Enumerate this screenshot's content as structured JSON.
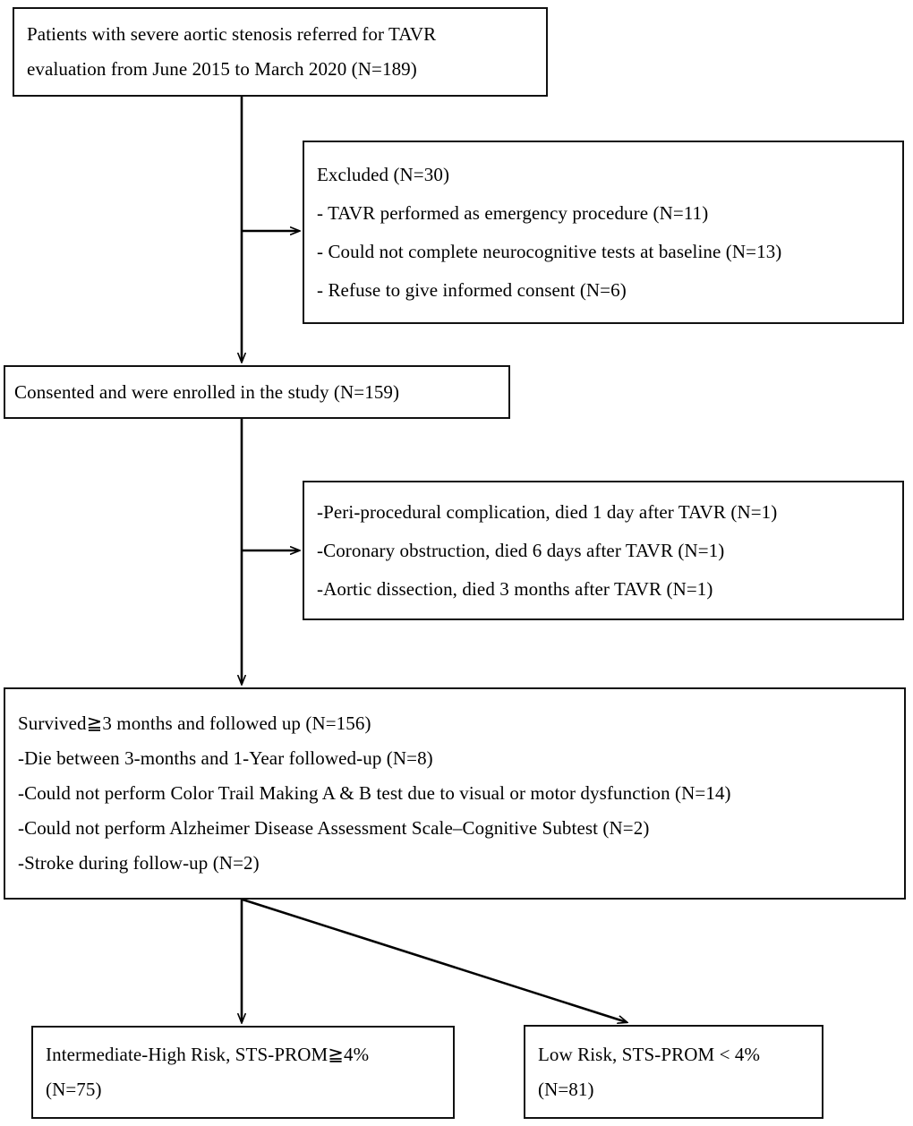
{
  "diagram": {
    "title": "TAVR neurocognitive study participant flow diagram",
    "type": "flowchart",
    "line_color": "#000000",
    "box_border_color": "#111111",
    "background": "#ffffff"
  },
  "nodes": {
    "referred": {
      "name": "referred-patients-box",
      "lines": [
        "Patients with severe aortic stenosis referred for TAVR",
        "evaluation from June 2015 to March 2020 (N=189)"
      ],
      "count": 189
    },
    "excluded": {
      "name": "excluded-box",
      "lines": [
        "Excluded (N=30)",
        "- TAVR  performed as emergency  procedure (N=11)",
        "- Could not complete neurocognitive  tests at baseline (N=13)",
        "- Refuse to give informed  consent (N=6)"
      ],
      "count": 30,
      "reasons": [
        {
          "label": "TAVR performed as emergency procedure",
          "n": 11
        },
        {
          "label": "Could not complete neurocognitive tests at baseline",
          "n": 13
        },
        {
          "label": "Refuse to give informed consent",
          "n": 6
        }
      ]
    },
    "consented": {
      "name": "consented-enrolled-box",
      "lines": [
        "Consented  and were enrolled in the study  (N=159)"
      ],
      "count": 159
    },
    "complications": {
      "name": "early-deaths-box",
      "lines": [
        "-Peri-procedural complication, died 1 day after TAVR  (N=1)",
        "-Coronary obstruction, died 6 days after TAVR  (N=1)",
        "-Aortic dissection, died 3 months  after TAVR  (N=1)"
      ],
      "reasons": [
        {
          "label": "Peri-procedural complication, died 1 day after TAVR",
          "n": 1
        },
        {
          "label": "Coronary obstruction, died 6 days after TAVR",
          "n": 1
        },
        {
          "label": "Aortic dissection, died 3 months after TAVR",
          "n": 1
        }
      ]
    },
    "survived": {
      "name": "survived-followed-up-box",
      "lines": [
        "Survived≧3 months  and followed up (N=156)",
        "-Die between 3-months  and 1-Year followed-up (N=8)",
        "-Could not perform Color Trail Making  A & B test due to visual or motor dysfunction  (N=14)",
        "-Could not perform Alzheimer  Disease Assessment  Scale–Cognitive Subtest (N=2)",
        "-Stroke during follow-up (N=2)"
      ],
      "count": 156,
      "attrition": [
        {
          "label": "Die between 3-months and 1-Year followed-up",
          "n": 8
        },
        {
          "label": "Could not perform Color Trail Making A & B test due to visual or motor dysfunction",
          "n": 14
        },
        {
          "label": "Could not perform Alzheimer Disease Assessment Scale–Cognitive Subtest",
          "n": 2
        },
        {
          "label": "Stroke during follow-up",
          "n": 2
        }
      ]
    },
    "intermediate_high": {
      "name": "intermediate-high-risk-box",
      "lines": [
        "Intermediate-High  Risk, STS-PROM≧4%",
        "(N=75)"
      ],
      "count": 75
    },
    "low_risk": {
      "name": "low-risk-box",
      "lines": [
        "Low Risk, STS-PROM < 4%",
        "(N=81)"
      ],
      "count": 81
    }
  }
}
